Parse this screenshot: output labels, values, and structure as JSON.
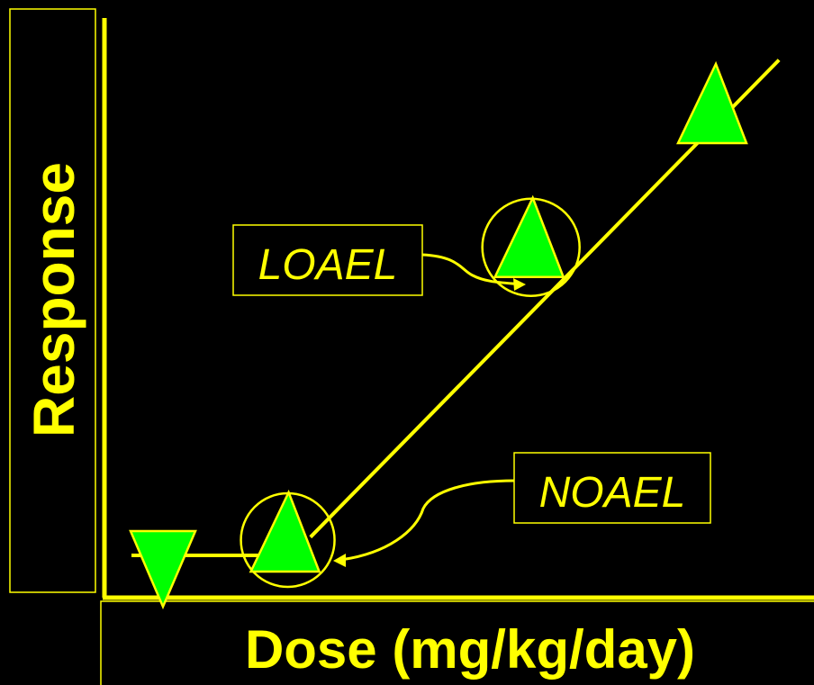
{
  "colors": {
    "background": "#000000",
    "axis": "#ffff00",
    "marker_fill": "#00ff00",
    "marker_stroke": "#ffff00"
  },
  "chart_data": {
    "type": "line",
    "xlabel": "Dose (mg/kg/day)",
    "ylabel": "Response",
    "series": [
      {
        "values": [
          {
            "x": 1.0,
            "y": 1.0,
            "marker": "triangle-down"
          },
          {
            "x": 2.0,
            "y": 1.0,
            "marker": "triangle-up"
          },
          {
            "x": 4.0,
            "y": 6.5,
            "marker": "triangle-up"
          },
          {
            "x": 5.5,
            "y": 9.0,
            "marker": "triangle-up"
          }
        ]
      }
    ],
    "annotations": [
      {
        "text": "LOAEL",
        "point_index": 2
      },
      {
        "text": "NOAEL",
        "point_index": 1
      }
    ]
  }
}
